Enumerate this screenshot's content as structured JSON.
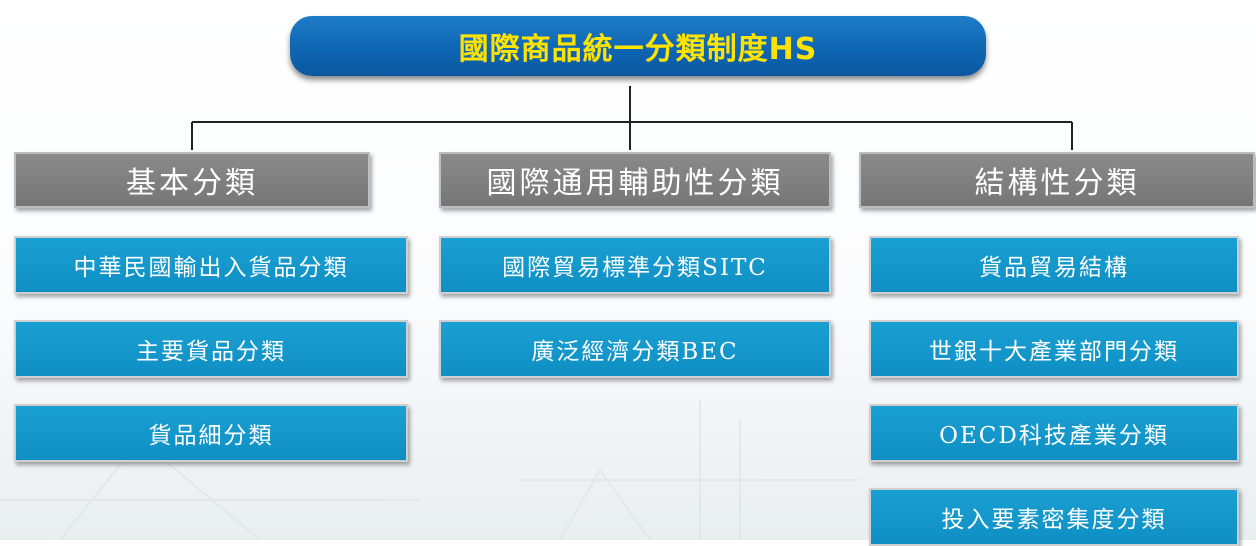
{
  "root": {
    "label": "國際商品統一分類制度HS"
  },
  "columns": [
    {
      "header": "基本分類",
      "items": [
        "中華民國輸出入貨品分類",
        "主要貨品分類",
        "貨品細分類"
      ]
    },
    {
      "header": "國際通用輔助性分類",
      "items": [
        "國際貿易標準分類SITC",
        "廣泛經濟分類BEC"
      ]
    },
    {
      "header": "結構性分類",
      "items": [
        "貨品貿易結構",
        "世銀十大產業部門分類",
        "OECD科技產業分類",
        "投入要素密集度分類"
      ]
    }
  ],
  "colors": {
    "root_fill": "#0f66b3",
    "root_text": "#ffe300",
    "header_fill": "#7e7e7e",
    "item_fill": "#1396c9",
    "connector": "#222222"
  }
}
